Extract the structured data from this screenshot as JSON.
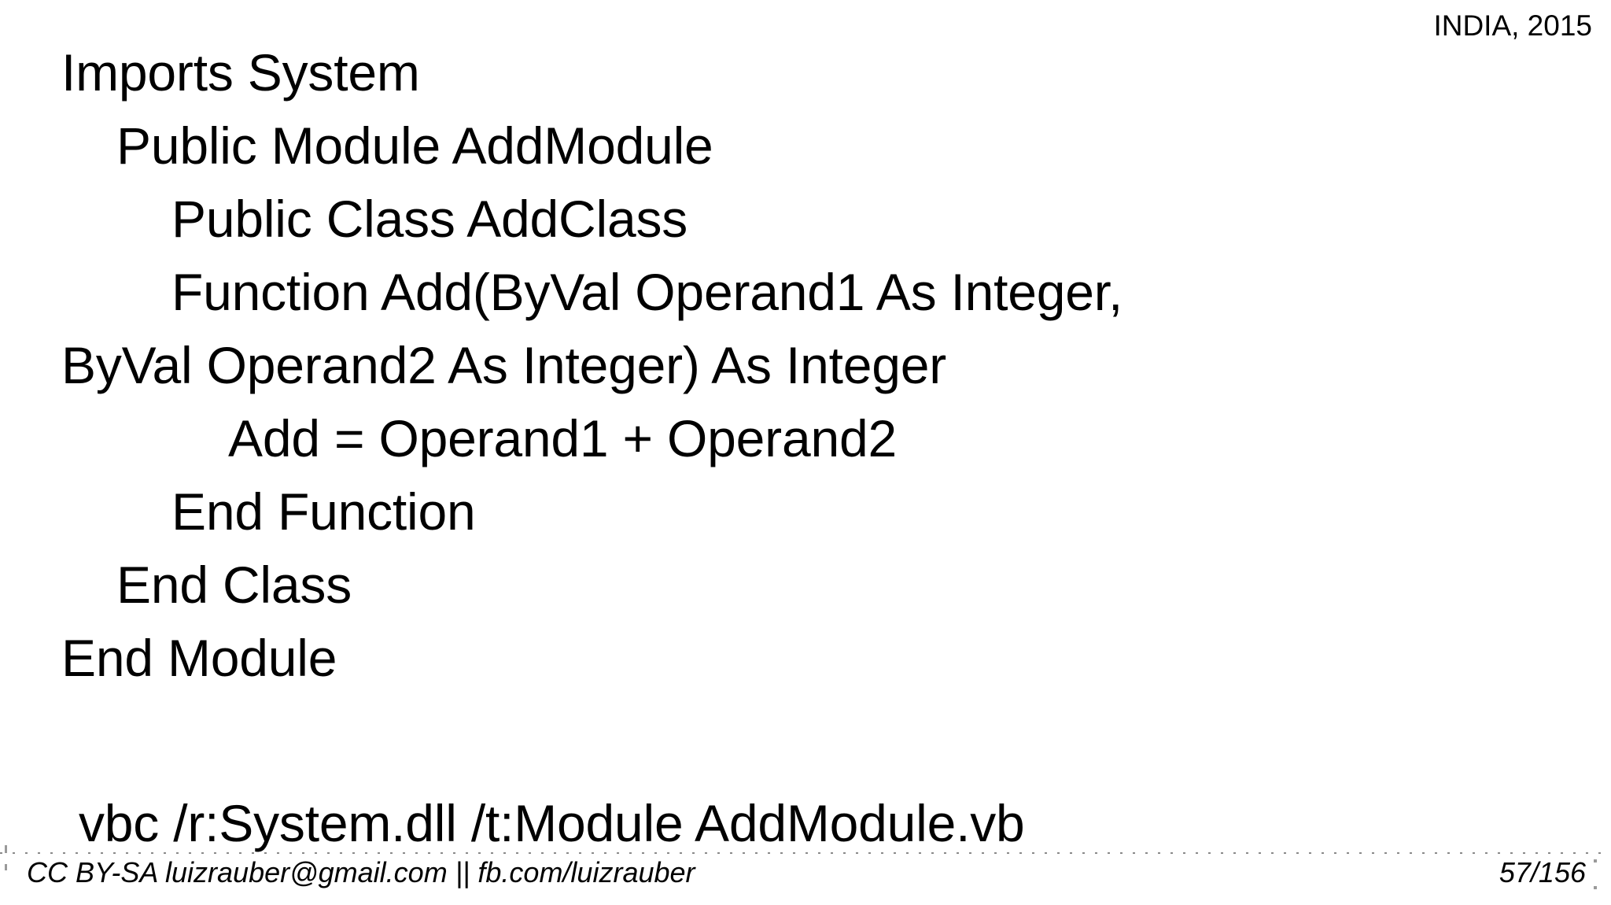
{
  "slide": {
    "header_label": "INDIA, 2015",
    "page_indicator": "57/156",
    "footer_credit": "CC BY-SA luizrauber@gmail.com || fb.com/luizrauber",
    "background_color": "#ffffff",
    "text_color": "#000000"
  },
  "code": {
    "language": "Visual Basic .NET",
    "lines": [
      {
        "text": "Imports System",
        "indent": 0
      },
      {
        "text": "Public Module AddModule",
        "indent": 1
      },
      {
        "text": "Public Class AddClass",
        "indent": 2
      },
      {
        "text": "Function Add(ByVal Operand1 As Integer, ByVal Operand2 As Integer) As Integer",
        "indent": 2,
        "wraps": true
      },
      {
        "text": "Add = Operand1 + Operand2",
        "indent": 3
      },
      {
        "text": "End Function",
        "indent": 2
      },
      {
        "text": "End Class",
        "indent": 1
      },
      {
        "text": "End Module",
        "indent": 0
      }
    ]
  },
  "command": {
    "text": "vbc /r:System.dll /t:Module AddModule.vb"
  }
}
